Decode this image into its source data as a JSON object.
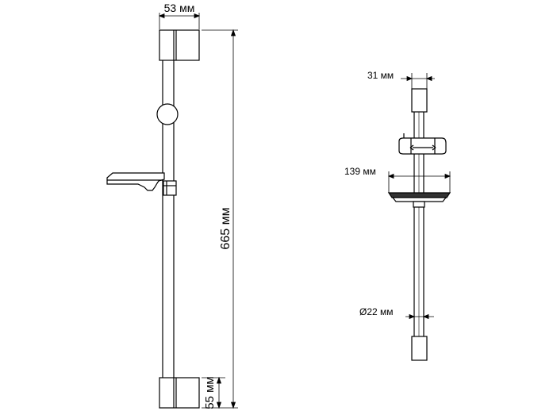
{
  "dimensions": {
    "mount_width": "53 мм",
    "total_height": "665 мм",
    "bottom_offset": "55 мм",
    "rail_depth": "31 мм",
    "soap_dish_width": "139 мм",
    "rail_diameter": "Ø22 мм"
  },
  "colors": {
    "line": "#000000",
    "background": "#ffffff",
    "dish_fill": "#333333"
  }
}
